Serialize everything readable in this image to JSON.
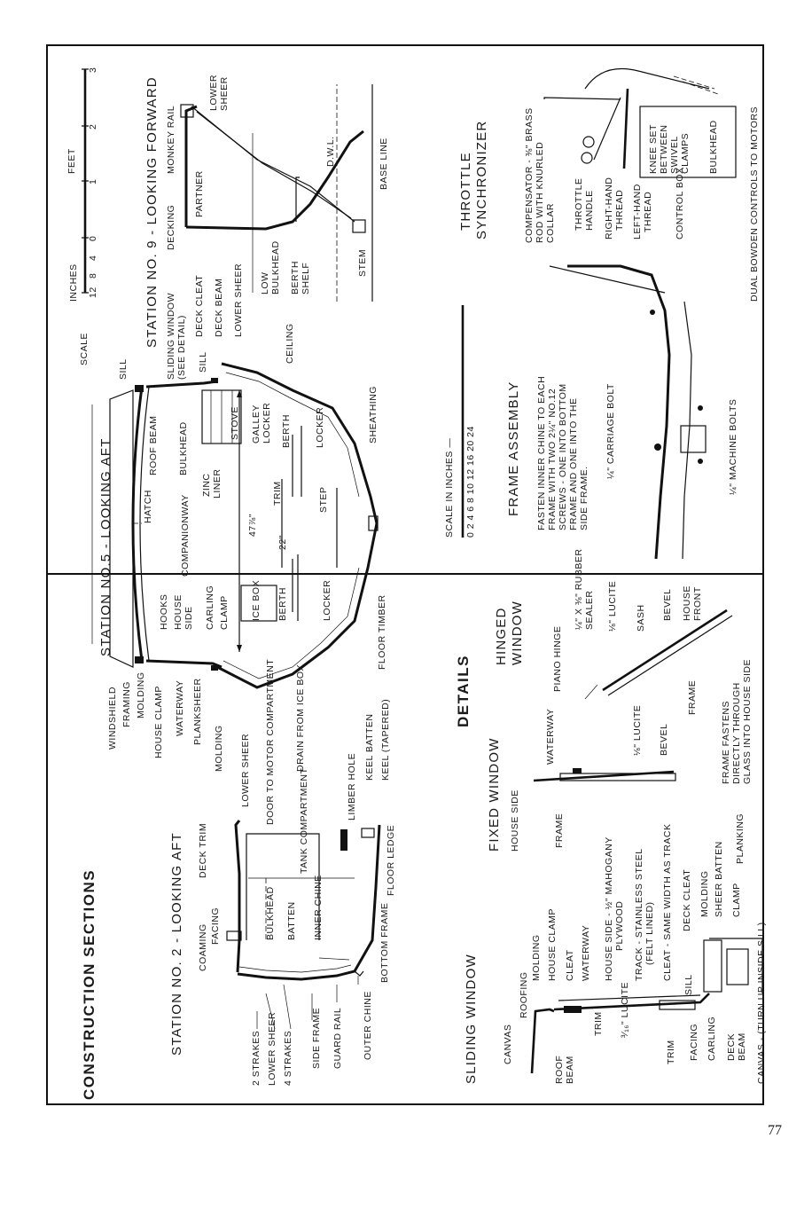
{
  "page_number": "77",
  "construction": {
    "title": "CONSTRUCTION SECTIONS",
    "station2": {
      "title": "STATION NO. 2 - LOOKING AFT",
      "labels": {
        "two_strakes": "2 STRAKES",
        "lower_sheer": "LOWER SHEER",
        "four_strakes": "4 STRAKES",
        "side_frame": "SIDE FRAME",
        "guard_rail": "GUARD RAIL",
        "outer_chine": "OUTER CHINE",
        "bottom_frame": "BOTTOM FRAME",
        "coaming": "COAMING",
        "facing": "FACING",
        "deck_trim": "DECK TRIM",
        "bulkhead": "BULKHEAD",
        "batten": "BATTEN",
        "inner_chine": "INNER CHINE",
        "floor_ledge": "FLOOR LEDGE",
        "tank_compartment": "TANK COMPARTMENT",
        "door_to_motor": "DOOR TO MOTOR COMPARTMENT",
        "lower_sheer_2": "LOWER SHEER",
        "molding": "MOLDING",
        "limber_hole": "LIMBER HOLE",
        "keel_batten": "KEEL BATTEN",
        "keel_tapered": "KEEL (TAPERED)"
      }
    },
    "station5": {
      "title": "STATION NO.5 - LOOKING AFT",
      "labels": {
        "windshield": "WINDSHIELD",
        "framing": "FRAMING",
        "molding": "MOLDING",
        "house_clamp": "HOUSE CLAMP",
        "waterway": "WATERWAY",
        "planksheer": "PLANKSHEER",
        "hooks": "HOOKS",
        "house_side": "HOUSE SIDE",
        "carling": "CARLING",
        "clamp": "CLAMP",
        "ice_box": "ICE BOX",
        "berth": "BERTH",
        "locker": "LOCKER",
        "drain_from_ice_box": "DRAIN FROM ICE BOX",
        "floor_timber": "FLOOR TIMBER",
        "companionway": "COMPANIONWAY",
        "hatch": "HATCH",
        "dim_width": "47⅞\"",
        "dim_22": "22\"",
        "trim": "TRIM",
        "step": "STEP",
        "roof_beam": "ROOF BEAM",
        "bulkhead": "BULKHEAD",
        "zinc_liner": "ZINC LINER",
        "stove": "STOVE",
        "galley_locker": "GALLEY LOCKER",
        "berth_r": "BERTH",
        "locker_r": "LOCKER",
        "sheathing": "SHEATHING",
        "sill": "SILL",
        "sill_2": "SILL",
        "sliding_window": "SLIDING WINDOW (SEE DETAIL)",
        "deck_cleat": "DECK CLEAT",
        "deck_beam": "DECK BEAM",
        "lower_sheer": "LOWER SHEER",
        "ceiling": "CEILING"
      }
    },
    "station9": {
      "title": "STATION NO. 9 - LOOKING FORWARD",
      "labels": {
        "decking": "DECKING",
        "monkey_rail": "MONKEY RAIL",
        "partner": "PARTNER",
        "lower_sheer": "LOWER SHEER",
        "dwl": "D.W.L.",
        "base_line": "BASE LINE",
        "low_bulkhead": "LOW BULKHEAD",
        "berth_shelf": "BERTH SHELF",
        "stem": "STEM"
      }
    },
    "scale": {
      "label": "SCALE",
      "inches": "INCHES",
      "inch_ticks": [
        "12",
        "8",
        "4",
        "0"
      ],
      "feet": "FEET",
      "feet_ticks": [
        "1",
        "2",
        "3"
      ]
    }
  },
  "details": {
    "title": "DETAILS",
    "sliding_window": {
      "title": "SLIDING WINDOW",
      "labels": {
        "canvas": "CANVAS",
        "roofing": "ROOFING",
        "molding": "MOLDING",
        "house_clamp": "HOUSE CLAMP",
        "cleat": "CLEAT",
        "waterway": "WATERWAY",
        "house_side": "HOUSE SIDE - ½\" MAHOGANY PLYWOOD",
        "track": "TRACK - STAINLESS STEEL (FELT LINED)",
        "cleat_track": "CLEAT - SAME WIDTH AS TRACK",
        "deck_cleat": "DECK CLEAT",
        "molding_2": "MOLDING",
        "sheer_batten": "SHEER BATTEN",
        "clamp": "CLAMP",
        "planking": "PLANKING",
        "canvas_turn": "CANVAS - (TURN UP INSIDE SILL)",
        "roof_beam": "ROOF BEAM",
        "trim": "TRIM",
        "lucite": "³⁄₁₆\" LUCITE",
        "trim_2": "TRIM",
        "sill": "SILL",
        "facing": "FACING",
        "carling": "CARLING",
        "deck_beam": "DECK BEAM"
      }
    },
    "fixed_window": {
      "title": "FIXED WINDOW",
      "labels": {
        "house_side": "HOUSE SIDE",
        "frame": "FRAME",
        "waterway": "WATERWAY",
        "lucite": "⅛\" LUCITE",
        "bevel": "BEVEL",
        "frame_fastens": "FRAME FASTENS DIRECTLY THROUGH GLASS INTO HOUSE SIDE"
      }
    },
    "hinged_window": {
      "title": "HINGED WINDOW",
      "labels": {
        "piano_hinge": "PIANO HINGE",
        "rubber_sealer": "¼\" X ⅜\" RUBBER SEALER",
        "lucite": "⅛\" LUCITE",
        "sash": "SASH",
        "bevel": "BEVEL",
        "house_front": "HOUSE FRONT",
        "frame": "FRAME"
      }
    },
    "frame_assembly": {
      "title": "FRAME ASSEMBLY",
      "scale_label": "SCALE IN INCHES —",
      "scale_ticks": [
        "0",
        "2",
        "4",
        "6",
        "8",
        "10",
        "12",
        "16",
        "20",
        "24"
      ],
      "note": "FASTEN INNER CHINE TO EACH FRAME WITH TWO 2¼\" NO.12 SCREWS - ONE INTO BOTTOM FRAME AND ONE INTO THE SIDE FRAME.",
      "carriage_bolt": "¼\" CARRIAGE BOLT",
      "machine_bolts": "¼\" MACHINE BOLTS"
    },
    "throttle": {
      "title": "THROTTLE SYNCHRONIZER",
      "labels": {
        "compensator": "COMPENSATOR - ⅜\" BRASS ROD WITH KNURLED COLLAR",
        "throttle_handle": "THROTTLE HANDLE",
        "right_hand": "RIGHT-HAND THREAD",
        "left_hand": "LEFT-HAND THREAD",
        "control_box": "CONTROL BOX",
        "knee_set": "KNEE SET BETWEEN SWIVEL CLAMPS",
        "bulkhead": "BULKHEAD",
        "dual_bowden": "DUAL BOWDEN CONTROLS TO MOTORS"
      }
    }
  }
}
